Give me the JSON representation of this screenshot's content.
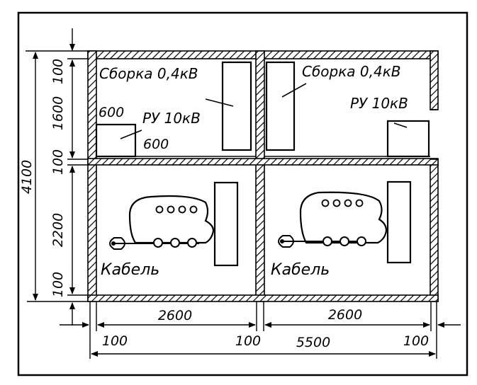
{
  "labels": {
    "assembly_left": "Сборка 0,4кВ",
    "assembly_right": "Сборка 0,4кВ",
    "ru_left": "РУ 10кВ",
    "ru_right": "РУ 10кВ",
    "ru_dim_a": "600",
    "ru_dim_b": "600",
    "cable_left": "Кабель",
    "cable_right": "Кабель"
  },
  "dimensions": {
    "total_height": "4100",
    "top_wall": "100",
    "upper_room": "1600",
    "mid_floor": "100",
    "lower_room": "2200",
    "bottom_wall": "100",
    "bay_left": "2600",
    "bay_right": "2600",
    "total_width": "5500",
    "wall_left": "100",
    "wall_mid": "100",
    "wall_right": "100"
  },
  "colors": {
    "ink": "#000000",
    "background": "#ffffff"
  }
}
